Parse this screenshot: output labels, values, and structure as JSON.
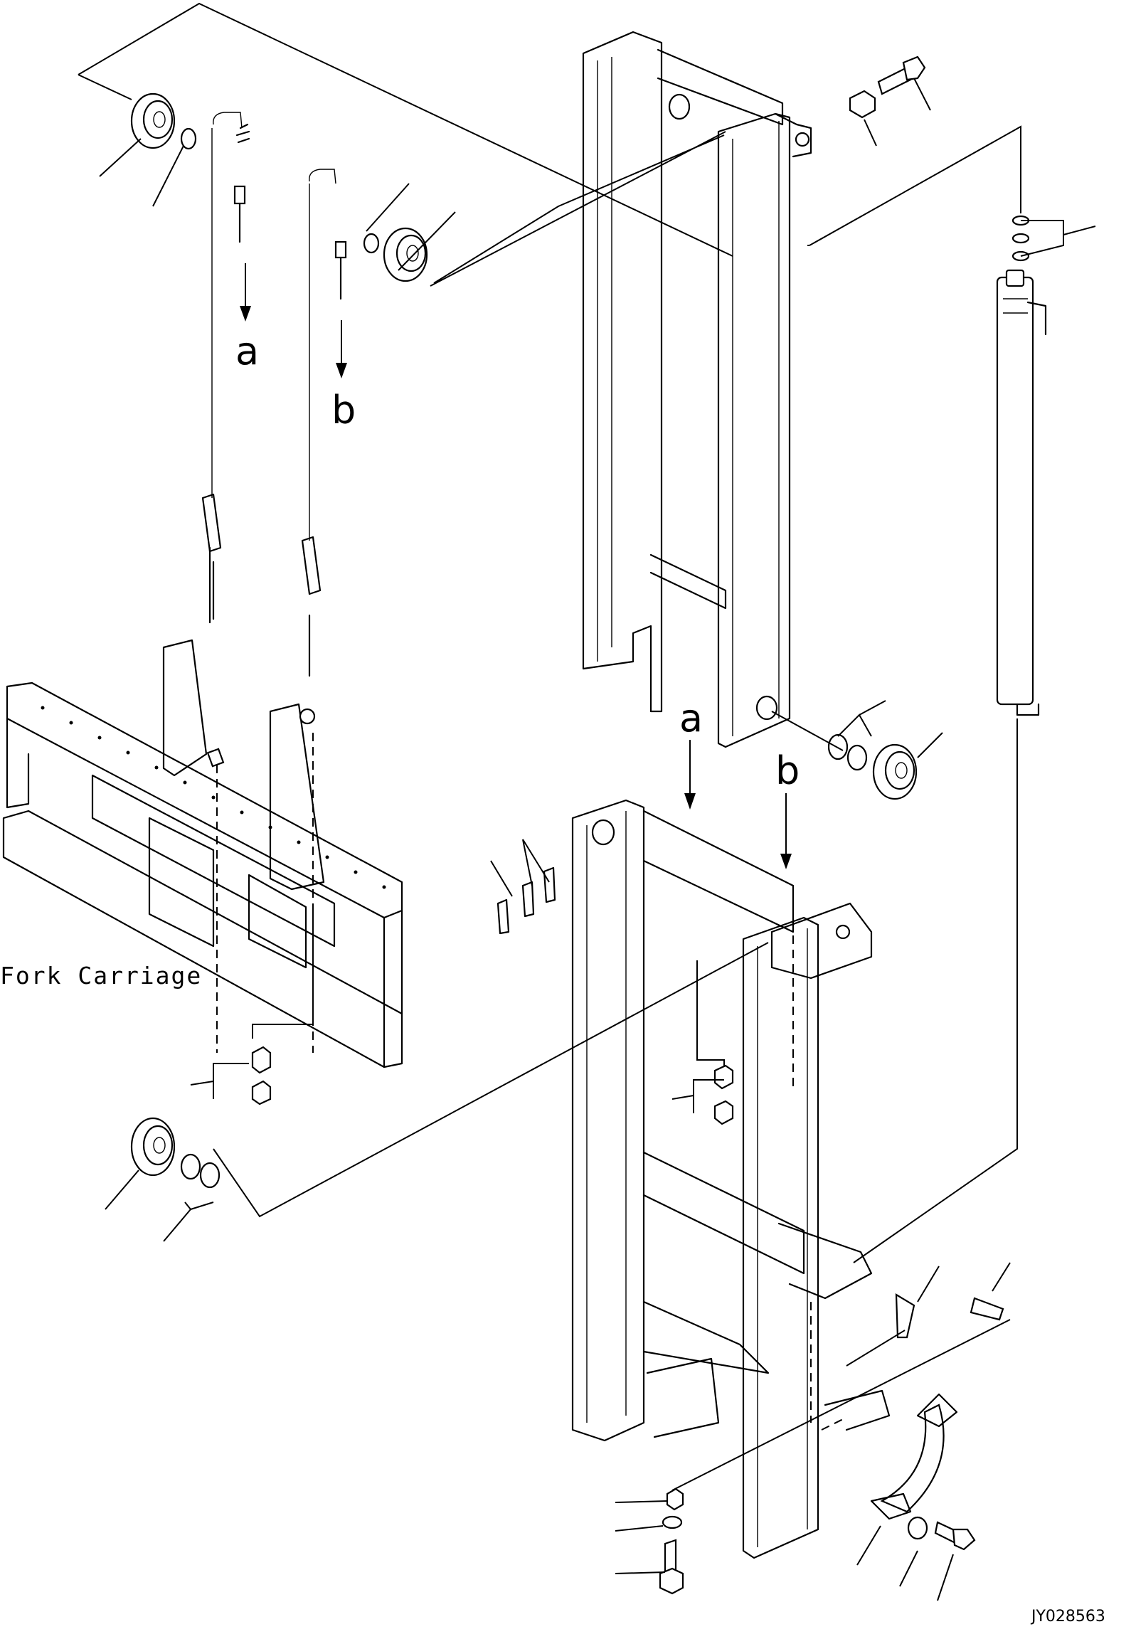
{
  "labels": {
    "fork_carriage": "Fork Carriage",
    "drawing_code": "JY028563"
  },
  "callouts": {
    "chain_a_top": "a",
    "chain_b_top": "b",
    "chain_a_bottom": "a",
    "chain_b_bottom": "b"
  }
}
